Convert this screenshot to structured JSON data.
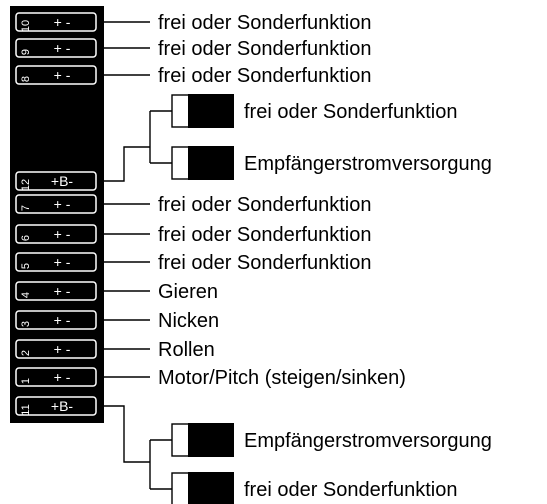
{
  "receiver": {
    "name": "receiver-slot-block",
    "slots": [
      {
        "number": "10",
        "polarity": "+ -",
        "label": "frei oder Sonderfunktion"
      },
      {
        "number": "9",
        "polarity": "+ -",
        "label": "frei oder Sonderfunktion"
      },
      {
        "number": "8",
        "polarity": "+ -",
        "label": "frei oder Sonderfunktion"
      },
      {
        "number": "12",
        "polarity": "+B-",
        "label": ""
      },
      {
        "number": "7",
        "polarity": "+ -",
        "label": "frei oder Sonderfunktion"
      },
      {
        "number": "6",
        "polarity": "+ -",
        "label": "frei oder Sonderfunktion"
      },
      {
        "number": "5",
        "polarity": "+ -",
        "label": "frei oder Sonderfunktion"
      },
      {
        "number": "4",
        "polarity": "+ -",
        "label": "Gieren"
      },
      {
        "number": "3",
        "polarity": "+ -",
        "label": "Nicken"
      },
      {
        "number": "2",
        "polarity": "+ -",
        "label": "Rollen"
      },
      {
        "number": "1",
        "polarity": "+ -",
        "label": "Motor/Pitch (steigen/sinken)"
      },
      {
        "number": "11",
        "polarity": "+B-",
        "label": ""
      }
    ]
  },
  "splitters": [
    {
      "slot": "12",
      "branches": [
        "frei oder Sonderfunktion",
        "Empfängerstromversorgung"
      ]
    },
    {
      "slot": "11",
      "branches": [
        "Empfängerstromversorgung",
        "frei oder Sonderfunktion"
      ]
    }
  ]
}
